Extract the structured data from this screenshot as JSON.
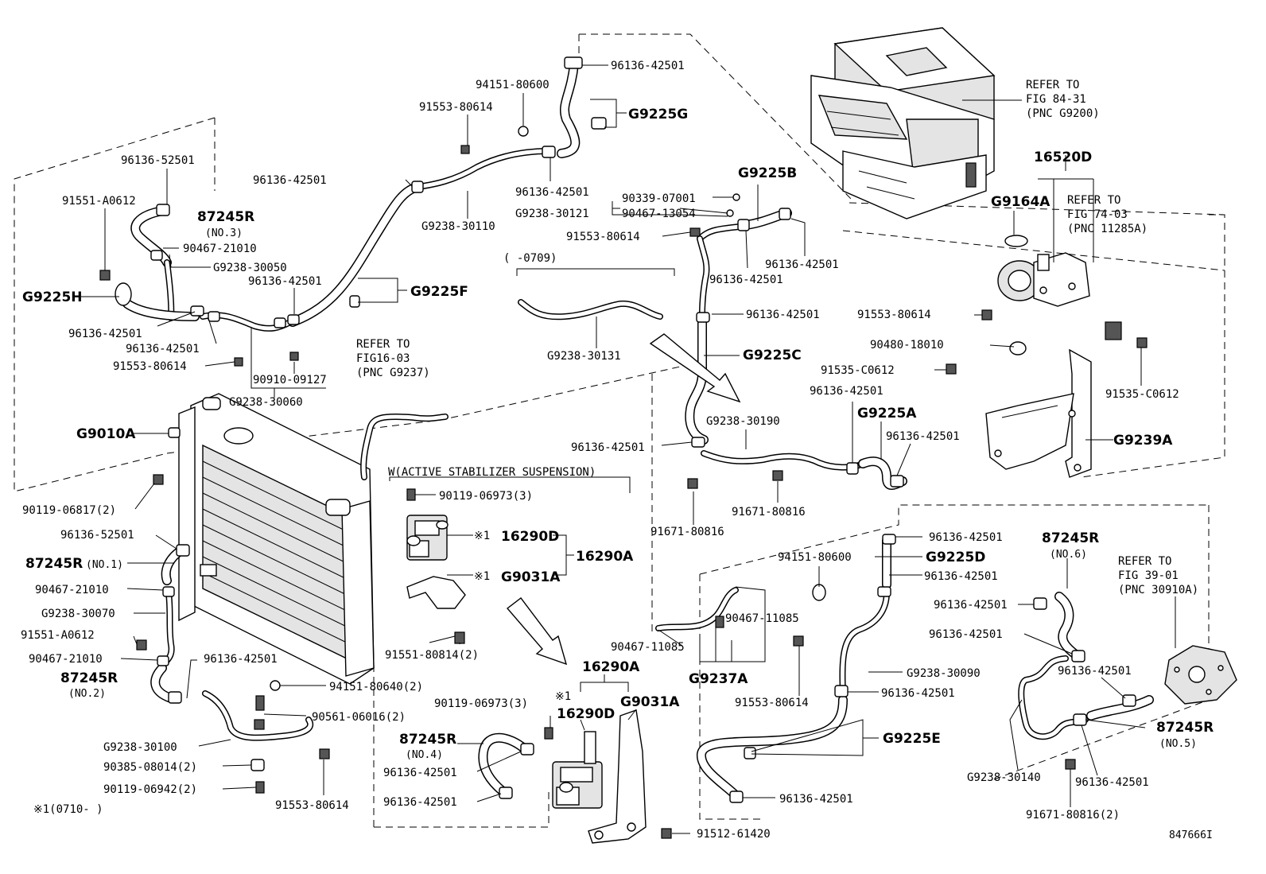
{
  "diagram_id": "847666I",
  "footnote": "※1(0710-      )",
  "notes": {
    "date_range": "(      -0709)",
    "active_stabilizer": "W(ACTIVE STABILIZER SUSPENSION)",
    "ref_84": [
      "REFER TO",
      "FIG 84-31",
      "(PNC G9200)"
    ],
    "ref_74": [
      "REFER TO",
      "FIG 74-03",
      "(PNC 11285A)"
    ],
    "ref_16": [
      "REFER TO",
      "FIG16-03",
      "(PNC G9237)"
    ],
    "ref_39": [
      "REFER TO",
      "FIG 39-01",
      "(PNC 30910A)"
    ]
  },
  "labels": {
    "p_96136_42501_top": "96136-42501",
    "p_94151_80600_top": "94151-80600",
    "p_91553_80614_top": "91553-80614",
    "p_G9225G": "G9225G",
    "p_96136_52501_a": "96136-52501",
    "p_96136_42501_b": "96136-42501",
    "p_96136_42501_c": "96136-42501",
    "p_G9238_30110": "G9238-30110",
    "p_91551_A0612_a": "91551-A0612",
    "p_87245R_no3": "87245R",
    "p_no3": "(NO.3)",
    "p_90467_21010_a": "90467-21010",
    "p_G9238_30050": "G9238-30050",
    "p_96136_42501_d": "96136-42501",
    "p_G9225F": "G9225F",
    "p_G9225H": "G9225H",
    "p_96136_42501_e": "96136-42501",
    "p_96136_42501_f": "96136-42501",
    "p_91553_80614_b": "91553-80614",
    "p_90910_09127": "90910-09127",
    "p_G9238_30060": "G9238-30060",
    "p_90339_07001": "90339-07001",
    "p_G9238_30121": "G9238-30121",
    "p_90467_13054": "90467-13054",
    "p_G9225B": "G9225B",
    "p_91553_80614_c": "91553-80614",
    "p_96136_42501_g": "96136-42501",
    "p_96136_42501_h": "96136-42501",
    "p_G9238_30131": "G9238-30131",
    "p_96136_42501_i": "96136-42501",
    "p_G9225C": "G9225C",
    "p_16520D": "16520D",
    "p_G9164A": "G9164A",
    "p_91553_80614_d": "91553-80614",
    "p_90480_18010": "90480-18010",
    "p_91535_C0612_a": "91535-C0612",
    "p_91535_C0612_b": "91535-C0612",
    "p_96136_42501_j": "96136-42501",
    "p_G9225A": "G9225A",
    "p_G9238_30190": "G9238-30190",
    "p_96136_42501_k": "96136-42501",
    "p_96136_42501_l": "96136-42501",
    "p_G9239A": "G9239A",
    "p_91671_80816_a": "91671-80816",
    "p_91671_80816_b": "91671-80816",
    "p_G9010A": "G9010A",
    "p_90119_06817": "90119-06817(2)",
    "p_96136_52501_b": "96136-52501",
    "p_87245R_no1": "87245R",
    "p_no1": "(NO.1)",
    "p_90467_21010_b": "90467-21010",
    "p_G9238_30070": "G9238-30070",
    "p_91551_A0612_b": "91551-A0612",
    "p_90467_21010_c": "90467-21010",
    "p_87245R_no2": "87245R",
    "p_no2": "(NO.2)",
    "p_96136_42501_m": "96136-42501",
    "p_94151_80640": "94151-80640(2)",
    "p_90561_06016": "90561-06016(2)",
    "p_G9238_30100": "G9238-30100",
    "p_90385_08014": "90385-08014(2)",
    "p_90119_06942": "90119-06942(2)",
    "p_91553_80614_e": "91553-80614",
    "p_90119_06973_a": "90119-06973(3)",
    "p_16290D_a": "16290D",
    "p_16290A_a": "16290A",
    "p_G9031A_a": "G9031A",
    "p_91551_80814": "91551-80814(2)",
    "p_star1_a": "※1",
    "p_star1_b": "※1",
    "p_star1_c": "※1",
    "p_16290A_b": "16290A",
    "p_90119_06973_b": "90119-06973(3)",
    "p_16290D_b": "16290D",
    "p_G9031A_b": "G9031A",
    "p_87245R_no4": "87245R",
    "p_no4": "(NO.4)",
    "p_96136_42501_n": "96136-42501",
    "p_96136_42501_o": "96136-42501",
    "p_91512_61420": "91512-61420",
    "p_90467_11085_a": "90467-11085",
    "p_90467_11085_b": "90467-11085",
    "p_G9237A": "G9237A",
    "p_96136_42501_p": "96136-42501",
    "p_94151_80600_b": "94151-80600",
    "p_G9225D": "G9225D",
    "p_96136_42501_q": "96136-42501",
    "p_G9238_30090": "G9238-30090",
    "p_91553_80614_f": "91553-80614",
    "p_96136_42501_r": "96136-42501",
    "p_G9225E": "G9225E",
    "p_96136_42501_s": "96136-42501",
    "p_87245R_no6": "87245R",
    "p_no6": "(NO.6)",
    "p_96136_42501_t": "96136-42501",
    "p_96136_42501_u": "96136-42501",
    "p_96136_42501_v": "96136-42501",
    "p_87245R_no5": "87245R",
    "p_no5": "(NO.5)",
    "p_G9238_30140": "G9238-30140",
    "p_96136_42501_w": "96136-42501",
    "p_91671_80816_c": "91671-80816(2)"
  }
}
